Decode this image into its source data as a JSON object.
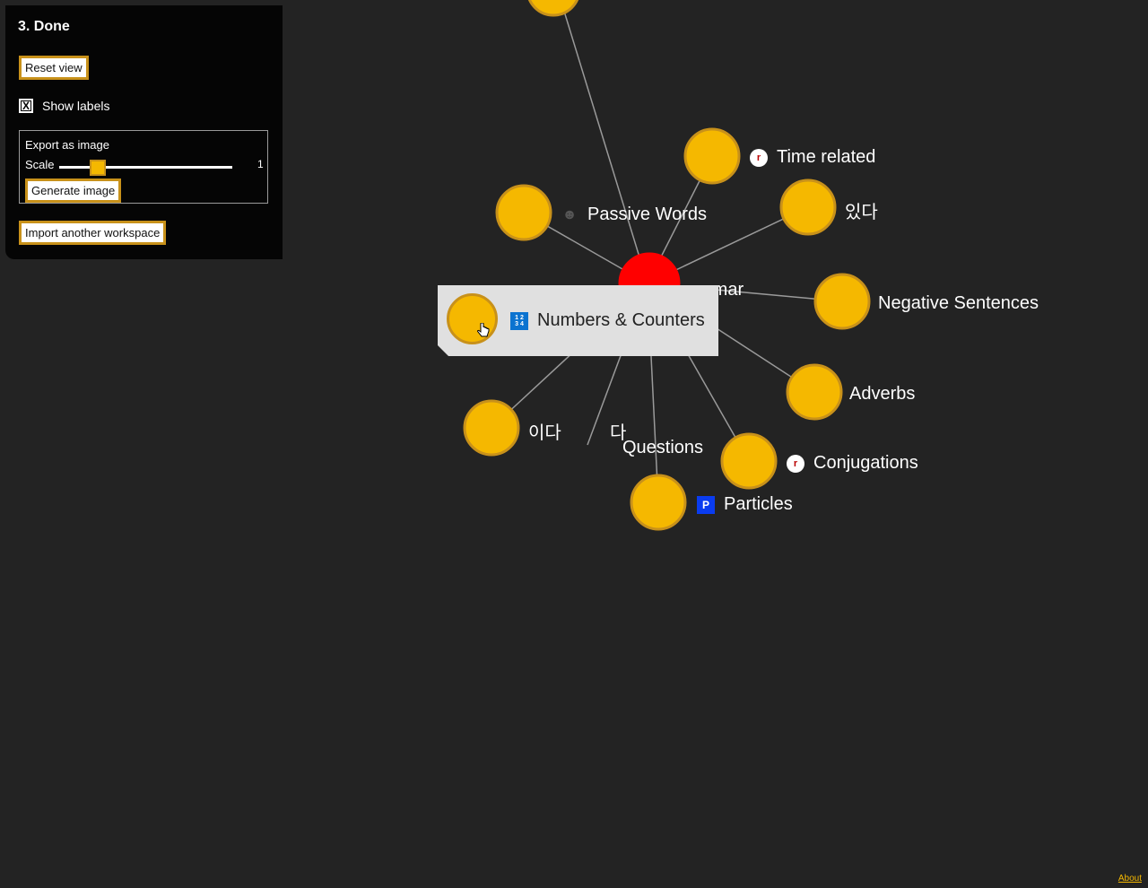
{
  "panel": {
    "title": "3. Done",
    "reset_label": "Reset view",
    "show_labels": {
      "label": "Show labels",
      "checked": true,
      "mark": "X"
    },
    "export": {
      "title": "Export as image",
      "scale_label": "Scale",
      "scale_value": "1",
      "generate_label": "Generate image"
    },
    "import_label": "Import another workspace"
  },
  "graph": {
    "center_label": "mmar",
    "nodes": [
      {
        "label": "Time related",
        "icon": "clock-icon"
      },
      {
        "label": "있다",
        "icon": ""
      },
      {
        "label": "Passive Words",
        "icon": "person-icon"
      },
      {
        "label": "Negative Sentences",
        "icon": ""
      },
      {
        "label": "Adverbs",
        "icon": ""
      },
      {
        "label": "이다",
        "icon": ""
      },
      {
        "label": "다",
        "icon": ""
      },
      {
        "label": "Questions",
        "icon": ""
      },
      {
        "label": "Conjugations",
        "icon": "clock-icon"
      },
      {
        "label": "Particles",
        "icon": "p-icon"
      }
    ],
    "tooltip": {
      "label": "Numbers & Counters",
      "icon": "numbers-icon"
    }
  },
  "footer": {
    "about": "About"
  },
  "colors": {
    "node": "#f5b800",
    "node_border": "#c8911a",
    "center": "#ff0000",
    "edge": "#9a9a9a"
  }
}
